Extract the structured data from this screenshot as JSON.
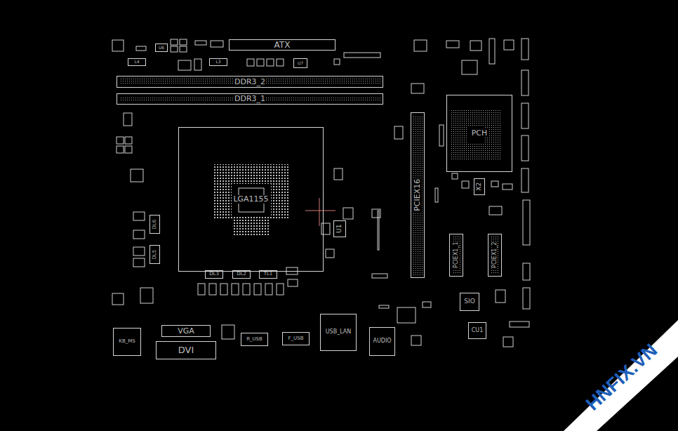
{
  "diagram": {
    "nodes": [
      {
        "text": [
          "U6"
        ]
      },
      {
        "text": [
          "ATX"
        ]
      },
      {
        "text": [
          "L4"
        ]
      },
      {
        "text": [
          "L3"
        ]
      },
      {
        "text": [
          "U7"
        ]
      },
      {
        "text": [
          "DDR3_2"
        ]
      },
      {
        "text": [
          "DDR3_1"
        ]
      },
      {
        "text": [
          "PCH"
        ]
      },
      {
        "text": [
          "PCIEX16"
        ]
      },
      {
        "text": [
          "LGA1155"
        ]
      },
      {
        "text": [
          "X2"
        ]
      },
      {
        "text": [
          "U1"
        ]
      },
      {
        "text": [
          "DL6"
        ]
      },
      {
        "text": [
          "DL5"
        ]
      },
      {
        "text": [
          "PCIEX1_1"
        ]
      },
      {
        "text": [
          "PCIEX1_2"
        ]
      },
      {
        "text": [
          "DL3"
        ]
      },
      {
        "text": [
          "DL2"
        ]
      },
      {
        "text": [
          "TL1"
        ]
      },
      {
        "text": [
          "SIO"
        ]
      },
      {
        "text": [
          "VGA"
        ]
      },
      {
        "text": [
          "CU1"
        ]
      },
      {
        "text": [
          "USB_LAN"
        ]
      },
      {
        "text": [
          "KB_MS"
        ]
      },
      {
        "text": [
          "R_USB"
        ]
      },
      {
        "text": [
          "F_USB"
        ]
      },
      {
        "text": [
          "AUDIO"
        ]
      },
      {
        "text": [
          "DVI"
        ]
      }
    ],
    "labels": [
      "HNFIX.VN"
    ]
  }
}
